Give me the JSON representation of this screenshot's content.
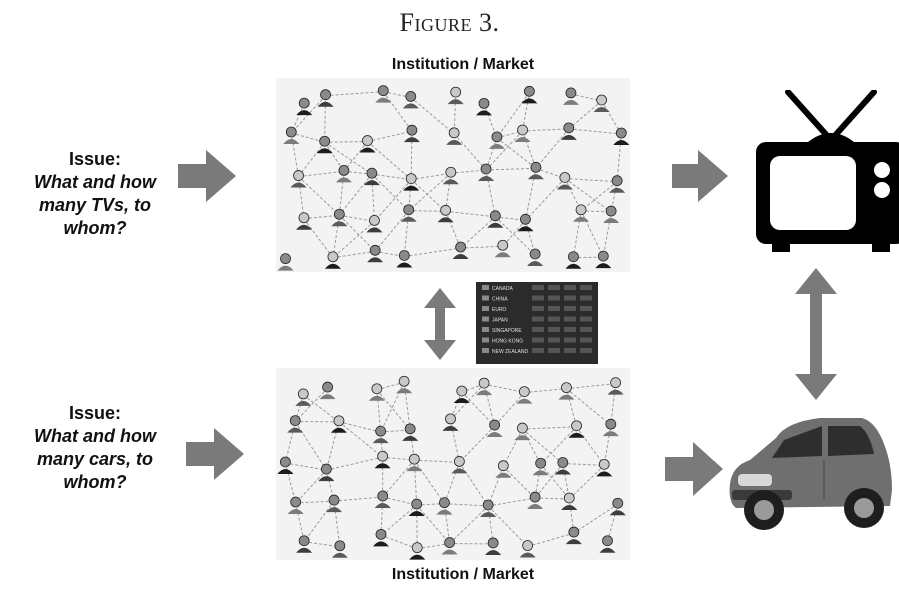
{
  "figure": {
    "title": "Figure 3."
  },
  "top": {
    "label": "Institution / Market",
    "issue_heading": "Issue:",
    "issue_question": "What and how many TVs, to whom?"
  },
  "bottom": {
    "label": "Institution / Market",
    "issue_heading": "Issue:",
    "issue_question": "What and how many cars, to whom?"
  },
  "exchange_board": {
    "rows": [
      "CANADA",
      "CHINA",
      "EURO",
      "JAPAN",
      "SINGAPORE",
      "HONG KONG",
      "NEW ZEALAND"
    ]
  },
  "colors": {
    "arrow": "#7a7a7a",
    "network_line": "#9a9a9a",
    "tv": "#000000",
    "car": "#6f6f6f"
  },
  "icons": [
    "arrow-right-icon",
    "double-arrow-vertical-icon",
    "tv-icon",
    "car-icon",
    "person-icon"
  ]
}
